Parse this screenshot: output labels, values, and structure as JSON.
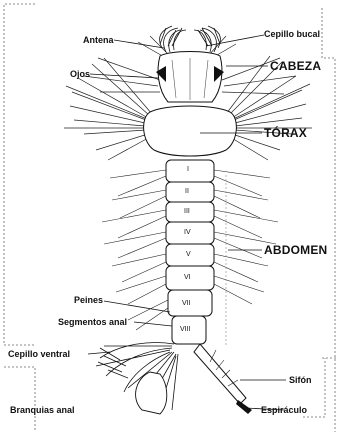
{
  "labels": {
    "antena": "Antena",
    "cepillo_bucal": "Cepillo bucal",
    "ojos": "Ojos",
    "cabeza": "CABEZA",
    "torax": "TÓRAX",
    "abdomen": "ABDOMEN",
    "peines": "Peines",
    "segmentos_anal": "Segmentos anal",
    "cepillo_ventral": "Cepillo ventral",
    "sifon": "Sifón",
    "branquias_anal": "Branquias anal",
    "espiraculo": "Espiráculo"
  },
  "segment_numerals": [
    "I",
    "II",
    "III",
    "IV",
    "V",
    "VI",
    "VII",
    "VIII"
  ]
}
